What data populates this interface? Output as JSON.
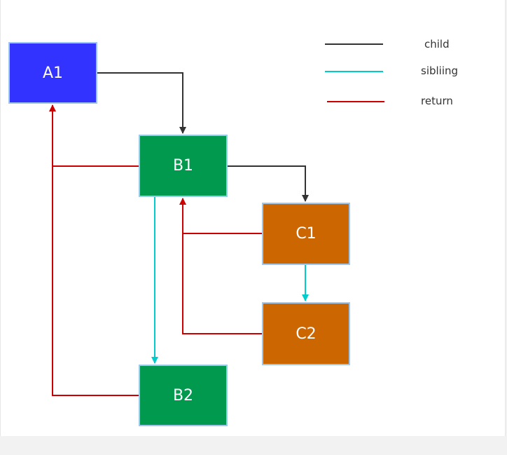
{
  "nodes": {
    "a1": {
      "label": "A1",
      "color": "#3333ff"
    },
    "b1": {
      "label": "B1",
      "color": "#00994d"
    },
    "b2": {
      "label": "B2",
      "color": "#00994d"
    },
    "c1": {
      "label": "C1",
      "color": "#cc6600"
    },
    "c2": {
      "label": "C2",
      "color": "#cc6600"
    }
  },
  "legend": {
    "child": {
      "label": "child",
      "color": "#333333"
    },
    "sibling": {
      "label": "sibliing",
      "color": "#00cccc"
    },
    "return": {
      "label": "return",
      "color": "#cc0000"
    }
  },
  "edges": [
    {
      "from": "A1",
      "to": "B1",
      "type": "child"
    },
    {
      "from": "B1",
      "to": "C1",
      "type": "child"
    },
    {
      "from": "B1",
      "to": "B2",
      "type": "sibling"
    },
    {
      "from": "C1",
      "to": "C2",
      "type": "sibling"
    },
    {
      "from": "B1",
      "to": "A1",
      "type": "return"
    },
    {
      "from": "B2",
      "to": "A1",
      "type": "return"
    },
    {
      "from": "C1",
      "to": "B1",
      "type": "return"
    },
    {
      "from": "C2",
      "to": "B1",
      "type": "return"
    }
  ]
}
